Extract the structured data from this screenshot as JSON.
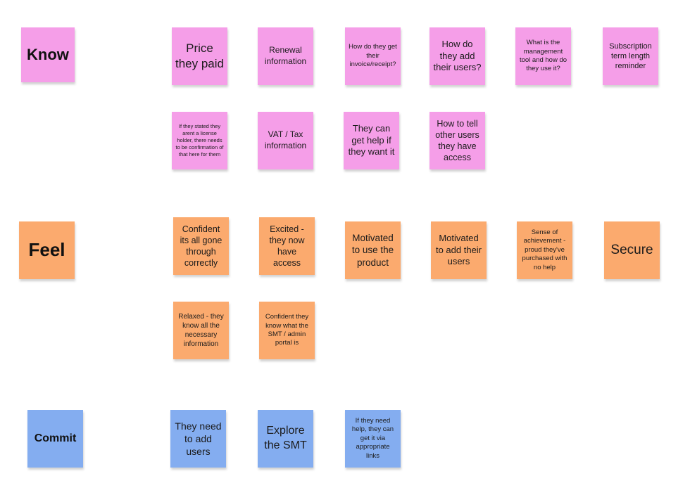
{
  "colors": {
    "know": "#f59ee8",
    "feel": "#fbaa6e",
    "commit": "#84adf0"
  },
  "rows": {
    "know": {
      "label": "Know",
      "notes": [
        "Price they paid",
        "Renewal information",
        "How do they get their invoice/receipt?",
        "How do they add their users?",
        "What is the management tool and how do they use it?",
        "Subscription term length reminder",
        "If they stated they arent a license holder, there needs to be confirmation of that here for them",
        "VAT / Tax information",
        "They can get help if they want it",
        "How to tell other users they have access"
      ]
    },
    "feel": {
      "label": "Feel",
      "notes": [
        "Confident its all gone through correctly",
        "Excited - they now have access",
        "Motivated to use the product",
        "Motivated to add their users",
        "Sense of achievement - proud they've purchased with no help",
        "Secure",
        "Relaxed - they know all the necessary information",
        "Confident they know what the SMT / admin portal is"
      ]
    },
    "commit": {
      "label": "Commit",
      "notes": [
        "They need to add users",
        "Explore the SMT",
        "If they need help, they can get it via appropriate links"
      ]
    }
  }
}
